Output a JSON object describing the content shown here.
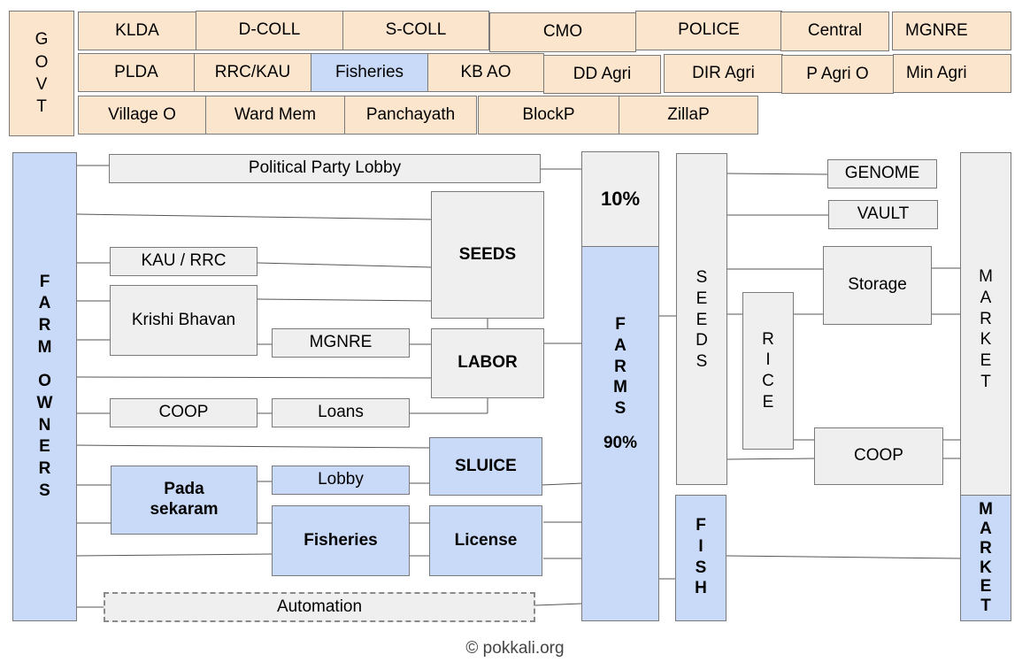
{
  "govt": {
    "label": "GOVT",
    "row1": [
      "KLDA",
      "D-COLL",
      "S-COLL",
      "CMO",
      "POLICE",
      "Central",
      "MGNRE"
    ],
    "row2": [
      "PLDA",
      "RRC/KAU",
      "Fisheries",
      "KB AO",
      "DD Agri",
      "DIR Agri",
      "P Agri O",
      "Min Agri"
    ],
    "row3": [
      "Village O",
      "Ward Mem",
      "Panchayath",
      "BlockP",
      "ZillaP"
    ]
  },
  "owners": {
    "label": "FARM OWNERS",
    "lines": [
      "FARM",
      "OWNERS"
    ]
  },
  "left": {
    "political_lobby": "Political Party Lobby",
    "kau_rrc": "KAU / RRC",
    "krishi_bhavan": "Krishi Bhavan",
    "mgnre": "MGNRE",
    "coop": "COOP",
    "loans": "Loans",
    "pada_sekaram": "Pada sekaram",
    "lobby": "Lobby",
    "fisheries": "Fisheries",
    "automation": "Automation"
  },
  "middle": {
    "seeds": "SEEDS",
    "labor": "LABOR",
    "sluice": "SLUICE",
    "license": "License"
  },
  "farms": {
    "top_pct": "10%",
    "label": "FARMS",
    "bottom_pct": "90%"
  },
  "right": {
    "seeds_col": "SEEDS",
    "fish_col": "FISH",
    "genome": "GENOME",
    "vault": "VAULT",
    "storage": "Storage",
    "rice": "RICE",
    "coop": "COOP",
    "market_top": "MARKET",
    "market_bottom": "MARKET"
  },
  "footer": "© pokkali.org",
  "colors": {
    "govt": "#fce5cd",
    "gray": "#efefef",
    "blue": "#c9daf8",
    "border": "#7a7a7a"
  }
}
